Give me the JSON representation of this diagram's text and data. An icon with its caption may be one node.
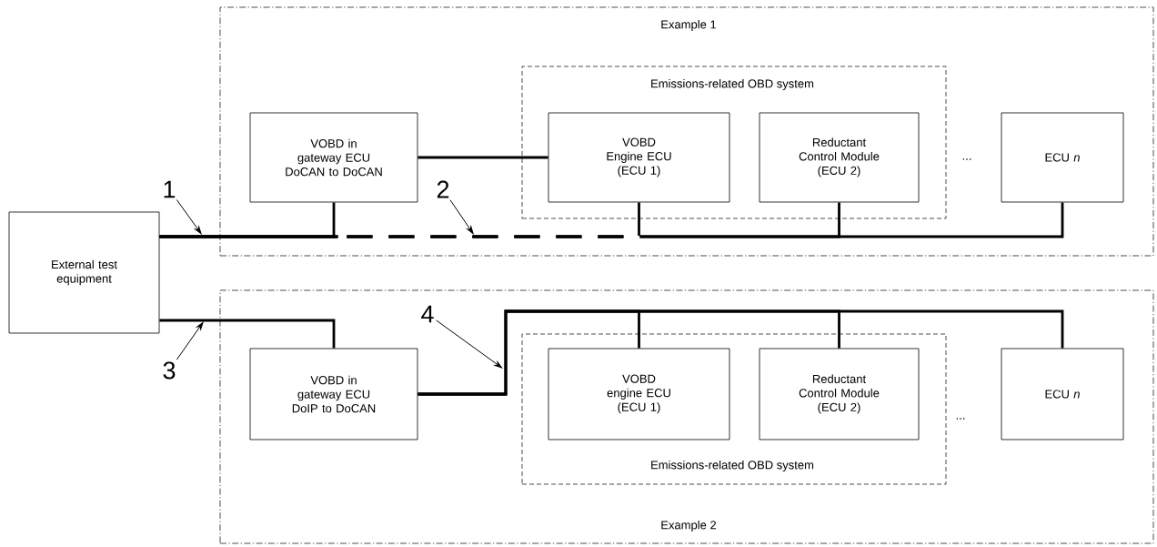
{
  "diagram": {
    "nodes": [
      {
        "text": [
          "External test equipment"
        ]
      },
      {
        "text": [
          "Example 1"
        ]
      },
      {
        "text": [
          "VOBD in gateway ECU",
          "DoCAN to DoCAN"
        ],
        "in": 1
      },
      {
        "text": [
          "Emissions-related OBD system"
        ],
        "in": 1
      },
      {
        "text": [
          "VOBD Engine ECU (ECU 1)"
        ],
        "in": 3
      },
      {
        "text": [
          "Reductant Control Module (ECU 2)"
        ],
        "in": 3
      },
      {
        "text": [
          "ECU *n*"
        ],
        "in": 1
      },
      {
        "text": [
          "Example 2"
        ]
      },
      {
        "text": [
          "VOBD in gateway ECU",
          "DoIP to DoCAN"
        ],
        "in": 7
      },
      {
        "text": [
          "Emissions-related OBD system"
        ],
        "in": 7
      },
      {
        "text": [
          "VOBD engine ECU (ECU 1)"
        ],
        "in": 9
      },
      {
        "text": [
          "Reductant Control Module (ECU 2)"
        ],
        "in": 9
      },
      {
        "text": [
          "ECU *n*"
        ],
        "in": 7
      },
      {
        "text": [
          "1"
        ]
      },
      {
        "text": [
          "2"
        ],
        "in": 1
      },
      {
        "text": [
          "3"
        ]
      },
      {
        "text": [
          "4"
        ],
        "in": 7
      }
    ],
    "edges": [
      {
        "from": 0,
        "to": 2,
        "arrow": "none"
      },
      {
        "from": 2,
        "to": 4,
        "arrow": "none"
      },
      {
        "from": 0,
        "to": 4,
        "arrow": "none",
        "style": "dashed"
      },
      {
        "from": 0,
        "to": 5,
        "arrow": "none",
        "style": "dashed"
      },
      {
        "from": 0,
        "to": 6,
        "arrow": "none",
        "style": "dashed"
      },
      {
        "from": 0,
        "to": 8,
        "arrow": "none"
      },
      {
        "from": 8,
        "to": 10,
        "arrow": "none"
      },
      {
        "from": 8,
        "to": 11,
        "arrow": "none"
      },
      {
        "from": 8,
        "to": 12,
        "arrow": "none"
      },
      {
        "from": 13,
        "to": null,
        "arrow": "to"
      },
      {
        "from": 14,
        "to": null,
        "arrow": "to"
      },
      {
        "from": 15,
        "to": null,
        "arrow": "to"
      },
      {
        "from": 16,
        "to": null,
        "arrow": "to"
      }
    ],
    "labels": [
      "...",
      "..."
    ]
  }
}
